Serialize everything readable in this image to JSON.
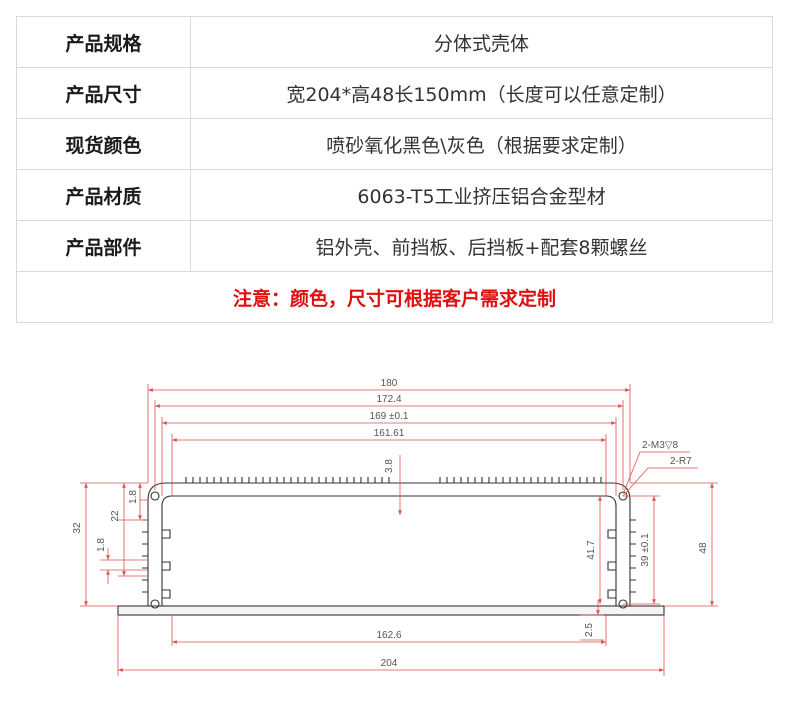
{
  "spec_rows": [
    {
      "label": "产品规格",
      "value": "分体式壳体"
    },
    {
      "label": "产品尺寸",
      "value": "宽204*高48长150mm（长度可以任意定制）"
    },
    {
      "label": "现货颜色",
      "value": "喷砂氧化黑色\\灰色（根据要求定制）"
    },
    {
      "label": "产品材质",
      "value": "6063-T5工业挤压铝合金型材"
    },
    {
      "label": "产品部件",
      "value": "铝外壳、前挡板、后挡板+配套8颗螺丝"
    }
  ],
  "note": "注意：颜色，尺寸可根据客户需求定制",
  "drawing": {
    "dim_180": "180",
    "dim_172_4": "172.4",
    "dim_169": "169 ±0.1",
    "dim_161_61": "161.61",
    "dim_3_8": "3.8",
    "dim_m3": "2-M3▽8",
    "dim_r7": "2-R7",
    "dim_32": "32",
    "dim_22": "22",
    "dim_1_8a": "1.8",
    "dim_1_8b": "1.8",
    "dim_41_7": "41.7",
    "dim_39": "39 ±0.1",
    "dim_48": "48",
    "dim_2_5": "2.5",
    "dim_162_6": "162.6",
    "dim_204": "204"
  },
  "colors": {
    "note": "#e01010",
    "dimension_line": "#d9534f",
    "profile_line": "#333333"
  }
}
